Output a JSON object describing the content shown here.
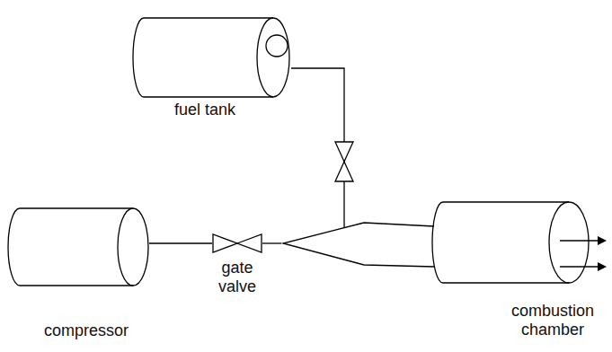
{
  "diagram": {
    "nodes": [
      {
        "text": [
          "fuel tank"
        ]
      },
      {
        "text": [
          "compressor"
        ]
      },
      {
        "text": [
          "gate valve"
        ]
      },
      {
        "text": [
          "combustion chamber"
        ]
      }
    ],
    "edges": [
      {
        "from": 0,
        "to": 3,
        "arrow": "none"
      },
      {
        "from": 1,
        "to": 2,
        "arrow": "none"
      },
      {
        "from": 2,
        "to": 3,
        "arrow": "none"
      }
    ]
  }
}
